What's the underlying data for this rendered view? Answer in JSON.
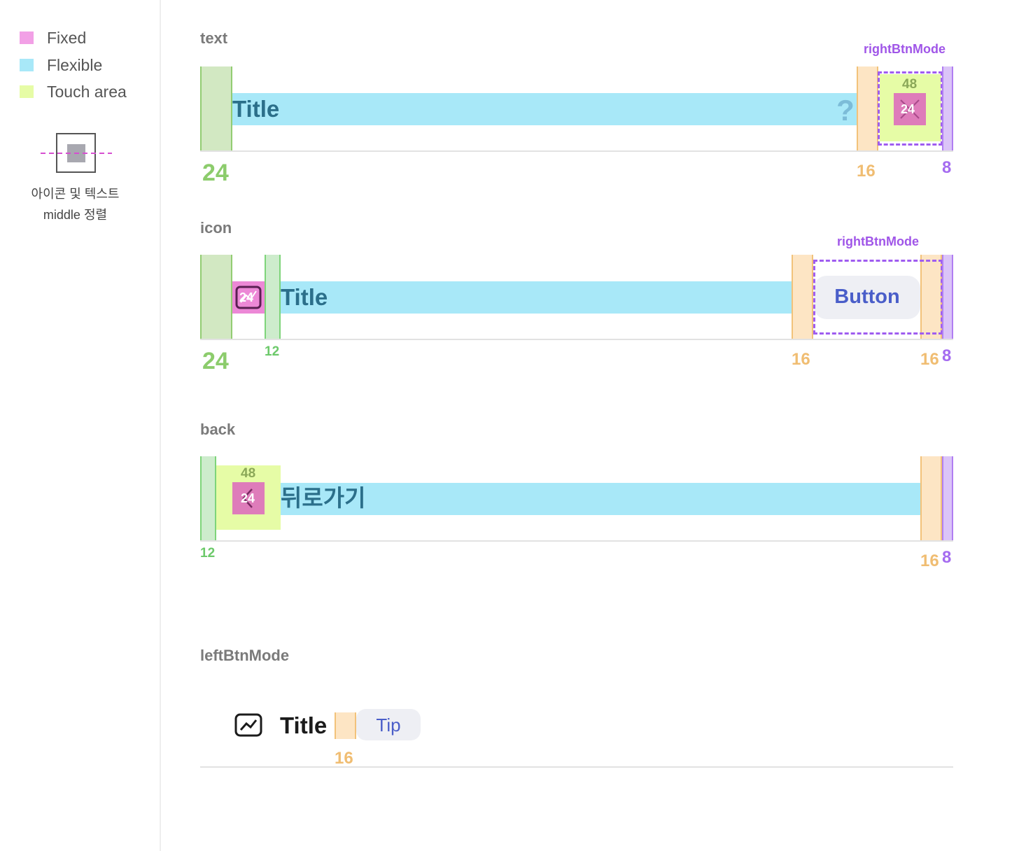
{
  "legend": {
    "items": [
      {
        "label": "Fixed",
        "color": "#f2a0e6"
      },
      {
        "label": "Flexible",
        "color": "#a8e8f8"
      },
      {
        "label": "Touch area",
        "color": "#e6fca6"
      }
    ],
    "align_caption_line1": "아이콘 및 텍스트",
    "align_caption_line2": "middle 정렬"
  },
  "sections": {
    "text": {
      "label": "text",
      "title": "Title",
      "right_mode_label": "rightBtnMode",
      "touch_size": "48",
      "icon_size": "24",
      "dims": {
        "left": "24",
        "gap": "16",
        "right": "8"
      }
    },
    "icon": {
      "label": "icon",
      "title": "Title",
      "icon_size": "24",
      "right_mode_label": "rightBtnMode",
      "button_label": "Button",
      "dims": {
        "left": "24",
        "icon_gap": "12",
        "gap": "16",
        "btn_pad": "16",
        "right": "8"
      }
    },
    "back": {
      "label": "back",
      "title": "뒤로가기",
      "touch_size": "48",
      "icon_size": "24",
      "dims": {
        "left": "12",
        "gap": "16",
        "right": "8"
      }
    },
    "left_btn_mode": {
      "label": "leftBtnMode",
      "title": "Title",
      "tip_label": "Tip",
      "dims": {
        "gap": "16"
      }
    }
  }
}
